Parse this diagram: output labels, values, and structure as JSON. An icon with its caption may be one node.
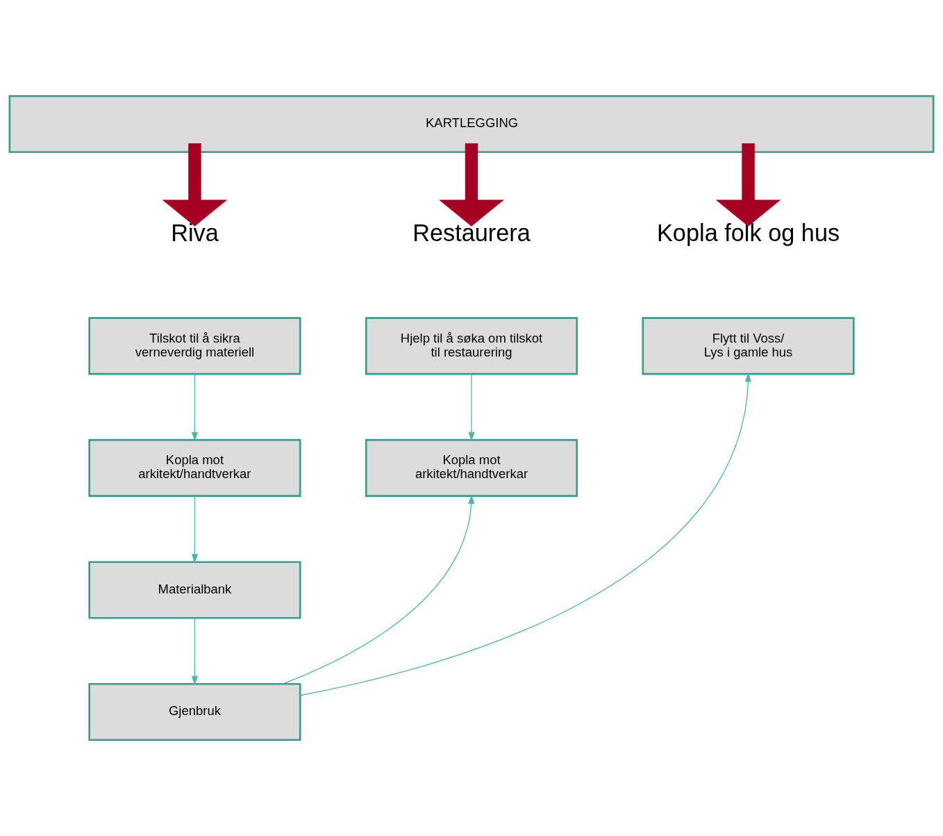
{
  "diagram": {
    "nodes": [
      {
        "text": [
          "KARTLEGGING"
        ]
      },
      {
        "text": [
          "Riva"
        ]
      },
      {
        "text": [
          "Restaurera"
        ]
      },
      {
        "text": [
          "Kopla folk og hus"
        ]
      },
      {
        "text": [
          "Tilskot til å sikra verneverdig materiell"
        ]
      },
      {
        "text": [
          "Kopla mot arkitekt/handtverkar"
        ]
      },
      {
        "text": [
          "Materialbank"
        ]
      },
      {
        "text": [
          "Gjenbruk"
        ]
      },
      {
        "text": [
          "Hjelp til å søka om tilskot til restaurering"
        ]
      },
      {
        "text": [
          "Kopla mot arkitekt/handtverkar"
        ]
      },
      {
        "text": [
          "Flytt til Voss/ Lys i gamle hus"
        ]
      }
    ],
    "edges": [
      {
        "from": 0,
        "to": 1,
        "arrow": "to",
        "style": "thick",
        "color": "#a50021"
      },
      {
        "from": 0,
        "to": 2,
        "arrow": "to",
        "style": "thick",
        "color": "#a50021"
      },
      {
        "from": 0,
        "to": 3,
        "arrow": "to",
        "style": "thick",
        "color": "#a50021"
      },
      {
        "from": 4,
        "to": 5,
        "arrow": "to"
      },
      {
        "from": 5,
        "to": 6,
        "arrow": "to"
      },
      {
        "from": 6,
        "to": 7,
        "arrow": "to"
      },
      {
        "from": 8,
        "to": 9,
        "arrow": "to"
      },
      {
        "from": 7,
        "to": 9,
        "arrow": "to"
      },
      {
        "from": 7,
        "to": 10,
        "arrow": "to"
      }
    ]
  }
}
